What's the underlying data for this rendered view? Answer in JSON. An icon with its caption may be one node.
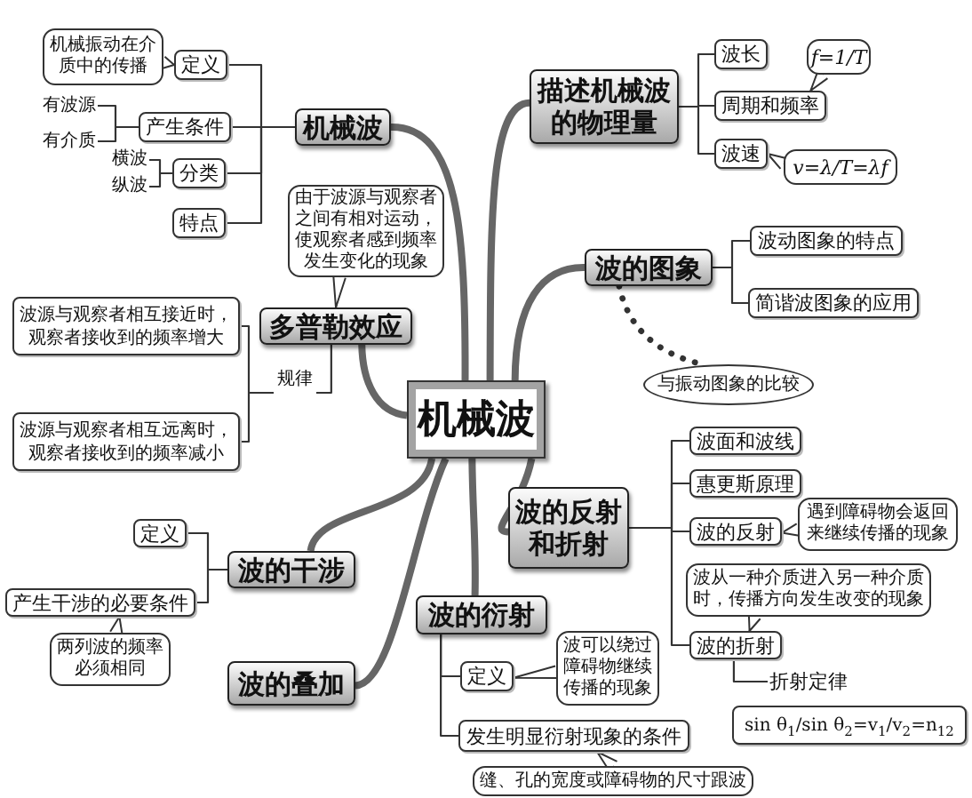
{
  "diagram": {
    "nodes": [
      {
        "text": [
          "机械波"
        ]
      },
      {
        "text": [
          "机械波"
        ]
      },
      {
        "text": [
          "机械振动在介质中的传播"
        ]
      },
      {
        "text": [
          "定义"
        ]
      },
      {
        "text": [
          "有波源"
        ]
      },
      {
        "text": [
          "有介质"
        ]
      },
      {
        "text": [
          "产生条件"
        ]
      },
      {
        "text": [
          "横波"
        ]
      },
      {
        "text": [
          "纵波"
        ]
      },
      {
        "text": [
          "分类"
        ]
      },
      {
        "text": [
          "特点"
        ]
      },
      {
        "text": [
          "描述机械波的物理量"
        ]
      },
      {
        "text": [
          "波长"
        ]
      },
      {
        "text": [
          "f=1/T"
        ]
      },
      {
        "text": [
          "周期和频率"
        ]
      },
      {
        "text": [
          "波速"
        ]
      },
      {
        "text": [
          "v=λ/T=λf"
        ]
      },
      {
        "text": [
          "由于波源与观察者之间有相对运动，使观察者感到频率发生变化的现象"
        ]
      },
      {
        "text": [
          "多普勒效应"
        ]
      },
      {
        "text": [
          "波源与观察者相互接近时，观察者接收到的频率增大"
        ]
      },
      {
        "text": [
          "规律"
        ]
      },
      {
        "text": [
          "波源与观察者相互远离时，观察者接收到的频率减小"
        ]
      },
      {
        "text": [
          "波的图象"
        ]
      },
      {
        "text": [
          "波动图象的特点"
        ]
      },
      {
        "text": [
          "简谐波图象的应用"
        ]
      },
      {
        "text": [
          "与振动图象的比较"
        ]
      },
      {
        "text": [
          "波的反射和折射"
        ]
      },
      {
        "text": [
          "波面和波线"
        ]
      },
      {
        "text": [
          "惠更斯原理"
        ]
      },
      {
        "text": [
          "波的反射"
        ]
      },
      {
        "text": [
          "遇到障碍物会返回来继续传播的现象"
        ]
      },
      {
        "text": [
          "波从一种介质进入另一种介质时，传播方向发生改变的现象"
        ]
      },
      {
        "text": [
          "波的折射"
        ]
      },
      {
        "text": [
          "折射定律"
        ]
      },
      {
        "text": [
          "sin θ$_{1}$/sin θ$_{2}$=v$_{1}$/v$_{2}$=n$_{12}$"
        ]
      },
      {
        "text": [
          "定义"
        ]
      },
      {
        "text": [
          "波的干涉"
        ]
      },
      {
        "text": [
          "产生干涉的必要条件"
        ]
      },
      {
        "text": [
          "两列波的频率必须相同"
        ]
      },
      {
        "text": [
          "波的叠加"
        ]
      },
      {
        "text": [
          "波的衍射"
        ]
      },
      {
        "text": [
          "定义"
        ]
      },
      {
        "text": [
          "波可以绕过障碍物继续传播的现象"
        ]
      },
      {
        "text": [
          "发生明显衍射现象的条件"
        ]
      },
      {
        "text": [
          "缝、孔的宽度或障碍物的尺寸跟波"
        ]
      }
    ],
    "edges": [
      {
        "from": 0,
        "to": 1,
        "arrow": "none",
        "style": "thick",
        "color": "#666666"
      },
      {
        "from": 0,
        "to": 11,
        "arrow": "none",
        "style": "thick",
        "color": "#666666"
      },
      {
        "from": 0,
        "to": 18,
        "arrow": "none",
        "style": "thick",
        "color": "#666666"
      },
      {
        "from": 0,
        "to": 22,
        "arrow": "none",
        "style": "thick",
        "color": "#666666"
      },
      {
        "from": 0,
        "to": 26,
        "arrow": "none",
        "style": "thick",
        "color": "#666666"
      },
      {
        "from": 0,
        "to": 36,
        "arrow": "none",
        "style": "thick",
        "color": "#666666"
      },
      {
        "from": 0,
        "to": 39,
        "arrow": "none",
        "style": "thick",
        "color": "#666666"
      },
      {
        "from": 0,
        "to": 40,
        "arrow": "none",
        "style": "thick",
        "color": "#666666"
      },
      {
        "from": 1,
        "to": 3,
        "arrow": "none"
      },
      {
        "from": 1,
        "to": 6,
        "arrow": "none"
      },
      {
        "from": 1,
        "to": 9,
        "arrow": "none"
      },
      {
        "from": 1,
        "to": 10,
        "arrow": "none"
      },
      {
        "from": 6,
        "to": 4,
        "arrow": "none"
      },
      {
        "from": 6,
        "to": 5,
        "arrow": "none"
      },
      {
        "from": 9,
        "to": 7,
        "arrow": "none"
      },
      {
        "from": 9,
        "to": 8,
        "arrow": "none"
      },
      {
        "from": 2,
        "to": 3,
        "arrow": "to"
      },
      {
        "from": 11,
        "to": 12,
        "arrow": "none"
      },
      {
        "from": 11,
        "to": 14,
        "arrow": "none"
      },
      {
        "from": 11,
        "to": 15,
        "arrow": "none"
      },
      {
        "from": 13,
        "to": 14,
        "arrow": "to"
      },
      {
        "from": 16,
        "to": 15,
        "arrow": "to"
      },
      {
        "from": 17,
        "to": 18,
        "arrow": "to"
      },
      {
        "from": 18,
        "to": 20,
        "arrow": "none"
      },
      {
        "from": 20,
        "to": 19,
        "arrow": "none"
      },
      {
        "from": 20,
        "to": 21,
        "arrow": "none"
      },
      {
        "from": 22,
        "to": 23,
        "arrow": "none"
      },
      {
        "from": 22,
        "to": 24,
        "arrow": "none"
      },
      {
        "from": 22,
        "to": 25,
        "arrow": "none",
        "style": "dashed"
      },
      {
        "from": 26,
        "to": 27,
        "arrow": "none"
      },
      {
        "from": 26,
        "to": 28,
        "arrow": "none"
      },
      {
        "from": 26,
        "to": 29,
        "arrow": "none"
      },
      {
        "from": 26,
        "to": 32,
        "arrow": "none"
      },
      {
        "from": 30,
        "to": 29,
        "arrow": "to"
      },
      {
        "from": 31,
        "to": 32,
        "arrow": "to"
      },
      {
        "from": 32,
        "to": 33,
        "arrow": "none"
      },
      {
        "from": 36,
        "to": 35,
        "arrow": "none"
      },
      {
        "from": 36,
        "to": 37,
        "arrow": "none"
      },
      {
        "from": 38,
        "to": 37,
        "arrow": "to"
      },
      {
        "from": 40,
        "to": 41,
        "arrow": "none"
      },
      {
        "from": 40,
        "to": 43,
        "arrow": "none"
      },
      {
        "from": 42,
        "to": 41,
        "arrow": "to"
      },
      {
        "from": 44,
        "to": 43,
        "arrow": "to"
      }
    ]
  }
}
